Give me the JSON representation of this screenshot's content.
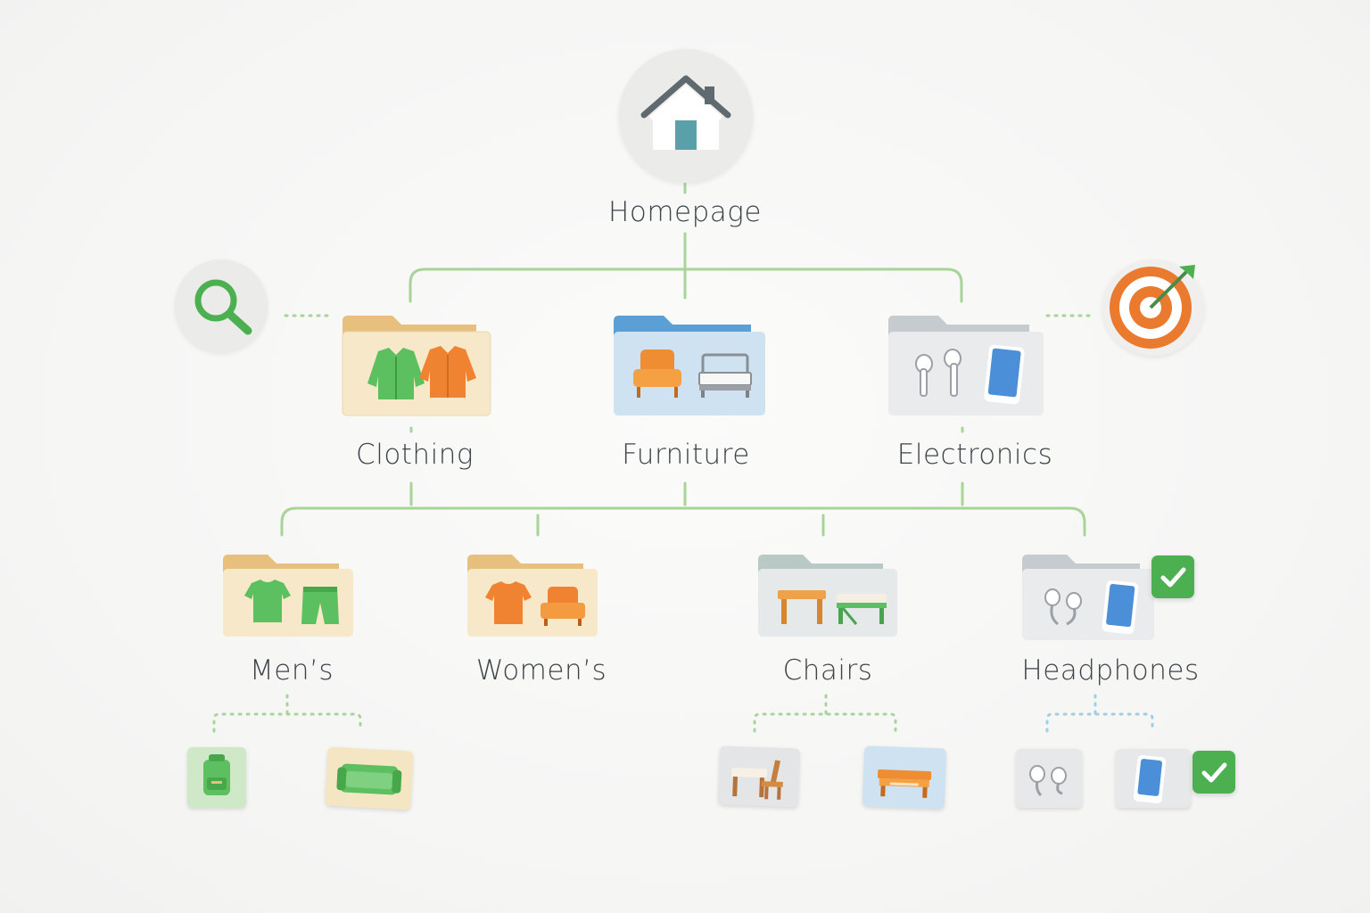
{
  "root": {
    "label": "Homepage",
    "icon": "house-icon"
  },
  "categories": [
    {
      "label": "Clothing",
      "icon": "clothing-folder-icon"
    },
    {
      "label": "Furniture",
      "icon": "furniture-folder-icon"
    },
    {
      "label": "Electronics",
      "icon": "electronics-folder-icon"
    }
  ],
  "subcategories": [
    {
      "label": "Men’s",
      "icon": "mens-folder-icon"
    },
    {
      "label": "Women’s",
      "icon": "womens-folder-icon"
    },
    {
      "label": "Chairs",
      "icon": "chairs-folder-icon"
    },
    {
      "label": "Headphones",
      "icon": "headphones-folder-icon",
      "checked": true
    }
  ],
  "side_icons": {
    "left": "search-icon",
    "right": "target-icon"
  },
  "leaf_items": [
    {
      "icon": "backpack-icon"
    },
    {
      "icon": "sofa-icon"
    },
    {
      "icon": "table-chair-icon"
    },
    {
      "icon": "bench-icon"
    },
    {
      "icon": "earbuds-icon"
    },
    {
      "icon": "phone-icon",
      "checked": true
    }
  ],
  "colors": {
    "connector": "#a8d49a",
    "connector_blue": "#9fcfe6",
    "check_green": "#4caf50",
    "text": "#3d4448"
  }
}
